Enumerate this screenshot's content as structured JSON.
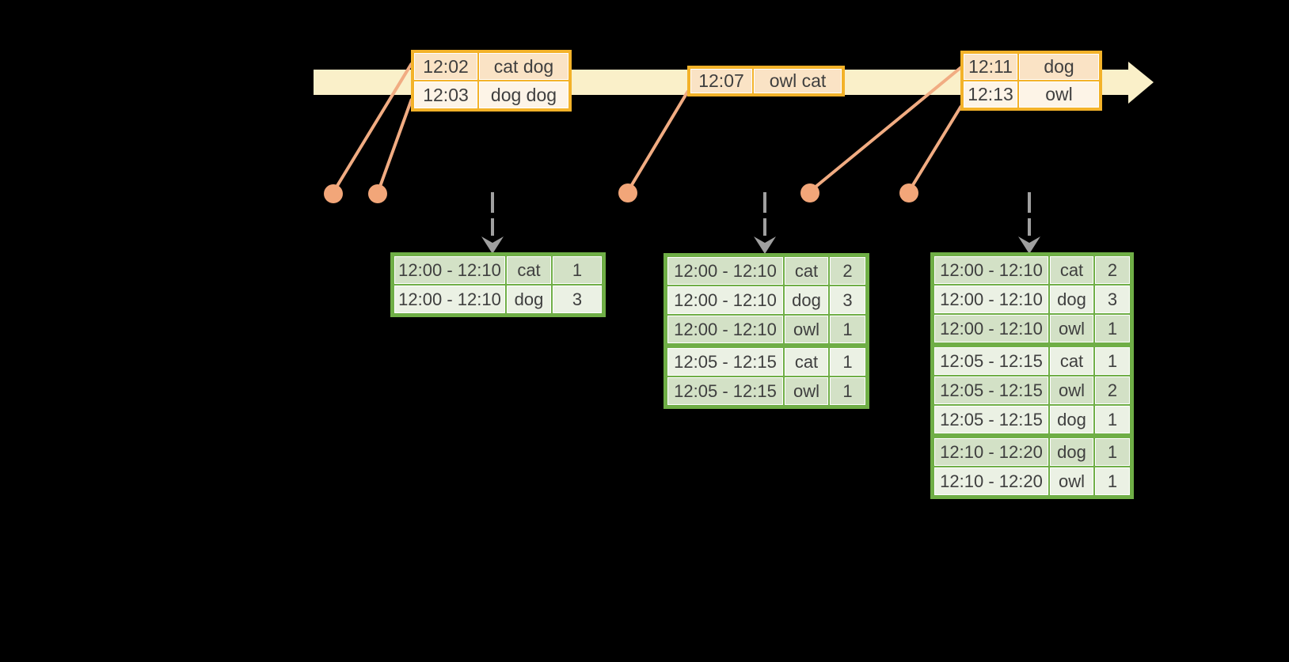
{
  "colors": {
    "background": "#000000",
    "timeline_band": "#FAF0C9",
    "event_table_border": "#F3B229",
    "event_row_dark": "#FAE3C5",
    "event_row_light": "#FDF4E7",
    "result_table_border": "#6FAE46",
    "result_row_dark": "#D3E1C6",
    "result_row_light": "#EBF1E4",
    "event_marker": "#F2A679",
    "connector_line": "#F1AC82",
    "trigger_arrow": "#A0A0A0",
    "text": "#3F3F3F"
  },
  "icons": {
    "timeline_arrowhead": "right-arrow",
    "trigger_arrow": "dashed-down-arrow",
    "event_marker": "circle-dot"
  },
  "event_tables": [
    {
      "rows": [
        {
          "time": "12:02",
          "words": "cat dog"
        },
        {
          "time": "12:03",
          "words": "dog dog"
        }
      ]
    },
    {
      "rows": [
        {
          "time": "12:07",
          "words": "owl cat"
        }
      ]
    },
    {
      "rows": [
        {
          "time": "12:11",
          "words": "dog"
        },
        {
          "time": "12:13",
          "words": "owl"
        }
      ]
    }
  ],
  "result_tables": [
    {
      "rows": [
        {
          "window": "12:00 - 12:10",
          "word": "cat",
          "count": "1"
        },
        {
          "window": "12:00 - 12:10",
          "word": "dog",
          "count": "3"
        }
      ]
    },
    {
      "rows": [
        {
          "window": "12:00 - 12:10",
          "word": "cat",
          "count": "2"
        },
        {
          "window": "12:00 - 12:10",
          "word": "dog",
          "count": "3"
        },
        {
          "window": "12:00 - 12:10",
          "word": "owl",
          "count": "1"
        },
        {
          "window": "12:05 - 12:15",
          "word": "cat",
          "count": "1"
        },
        {
          "window": "12:05 - 12:15",
          "word": "owl",
          "count": "1"
        }
      ]
    },
    {
      "rows": [
        {
          "window": "12:00 - 12:10",
          "word": "cat",
          "count": "2"
        },
        {
          "window": "12:00 - 12:10",
          "word": "dog",
          "count": "3"
        },
        {
          "window": "12:00 - 12:10",
          "word": "owl",
          "count": "1"
        },
        {
          "window": "12:05 - 12:15",
          "word": "cat",
          "count": "1"
        },
        {
          "window": "12:05 - 12:15",
          "word": "owl",
          "count": "2"
        },
        {
          "window": "12:05 - 12:15",
          "word": "dog",
          "count": "1"
        },
        {
          "window": "12:10 - 12:20",
          "word": "dog",
          "count": "1"
        },
        {
          "window": "12:10 - 12:20",
          "word": "owl",
          "count": "1"
        }
      ]
    }
  ]
}
